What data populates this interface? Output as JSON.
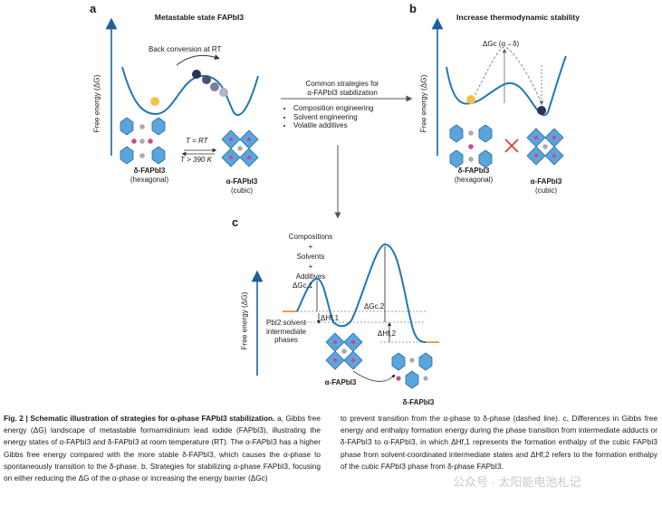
{
  "panel_a": {
    "letter": "a",
    "title": "Metastable state FAPbI3",
    "y_axis": "Free energy (ΔG)",
    "back_conversion": "Back conversion at RT",
    "delta_phase": "δ-FAPbI3",
    "delta_sub": "(hexagonal)",
    "alpha_phase": "α-FAPbI3",
    "alpha_sub": "(cubic)",
    "t_rt": "T = RT",
    "t_390": "T > 390 K"
  },
  "panel_b": {
    "letter": "b",
    "title": "Increase thermodynamic stability",
    "y_axis": "Free energy (ΔG)",
    "barrier": "ΔGc (α→δ)",
    "delta_phase": "δ-FAPbI3",
    "delta_sub": "(hexagonal)",
    "alpha_phase": "α-FAPbI3",
    "alpha_sub": "(cubic)"
  },
  "strategies": {
    "title_line1": "Common strategies for",
    "title_line2": "α-FAPbI3 stabilization",
    "items": [
      "Composition engineering",
      "Solvent engineering",
      "Volatile additives"
    ]
  },
  "panel_c": {
    "letter": "c",
    "y_axis": "Free energy (ΔG)",
    "stack": [
      "Compositions",
      "+",
      "Solvents",
      "+",
      "Additives"
    ],
    "dg1": "ΔGc,1",
    "dh1": "ΔHf,1",
    "dg2": "ΔGc,2",
    "dh2": "ΔHf,2",
    "intermediate": [
      "PbI2 solvent",
      "intermediate",
      "phases"
    ],
    "alpha_phase": "α-FAPbI3",
    "delta_phase": "δ-FAPbI3"
  },
  "caption": {
    "label": "Fig. 2 | Schematic illustration of strategies for α-phase FAPbI3 stabilization.",
    "col1": "a, Gibbs free energy (ΔG) landscape of metastable formamidinium lead iodide (FAPbI3), illustrating the energy states of α-FAPbI3 and δ-FAPbI3 at room temperature (RT). The α-FAPbI3 has a higher Gibbs free energy compared with the more stable δ-FAPbI3, which causes the α-phase to spontaneously transition to the δ-phase. b, Strategies for stabilizing α-phase FAPbI3, focusing on either reducing the ΔG of the α-phase or increasing the energy barrier (ΔGc)",
    "col2": "to prevent transition from the α-phase to δ-phase (dashed line). c, Differences in Gibbs free energy and enthalpy formation energy during the phase transition from intermediate adducts or δ-FAPbI3 to α-FAPbI3, in which ΔHf,1 represents the formation enthalpy of the cubic FAPbI3 phase from solvent-coordinated intermediate states and ΔHf,2 refers to the formation enthalpy of the cubic FAPbI3 phase from δ-phase FAPbI3."
  },
  "watermark": "公众号 · 太阳能电池札记",
  "colors": {
    "curve": "#1f78b4",
    "axis": "#1f5f9e",
    "crystal_blue": "#5aa5dc",
    "crystal_dark": "#2c6aa5",
    "atom_grey": "#a9a9b4",
    "atom_pink": "#cc4b8a",
    "ball_yellow": "#f0c24a",
    "ball_navy": "#2b3450",
    "cross_red": "#d9413c",
    "level_orange": "#e6a050"
  }
}
